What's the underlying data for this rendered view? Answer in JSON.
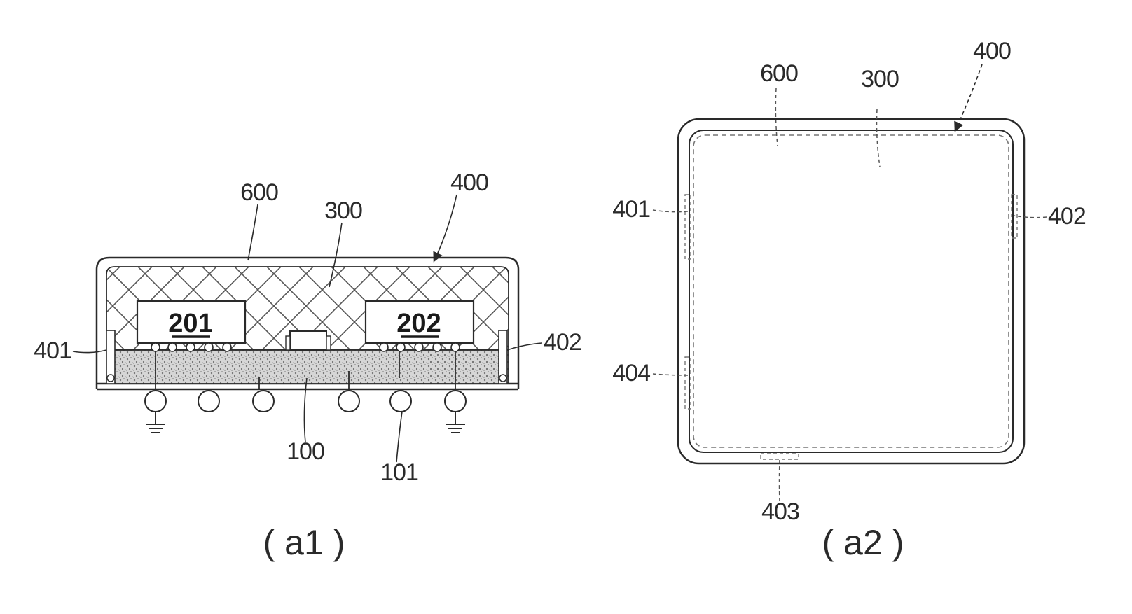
{
  "figure_a1": {
    "caption": "( a1 )",
    "chips": [
      "201",
      "202"
    ],
    "labels": {
      "shield": "600",
      "mold": "300",
      "frame": "400",
      "left_wall": "401",
      "right_wall": "402",
      "substrate": "100",
      "ball": "101"
    }
  },
  "figure_a2": {
    "caption": "( a2 )",
    "labels": {
      "shield": "600",
      "mold": "300",
      "frame": "400",
      "left_upper": "401",
      "right": "402",
      "bottom": "403",
      "left_lower": "404"
    }
  },
  "colors": {
    "line": "#2a2a2a",
    "hatch": "#555555",
    "stipple": "#9a9a9a"
  }
}
